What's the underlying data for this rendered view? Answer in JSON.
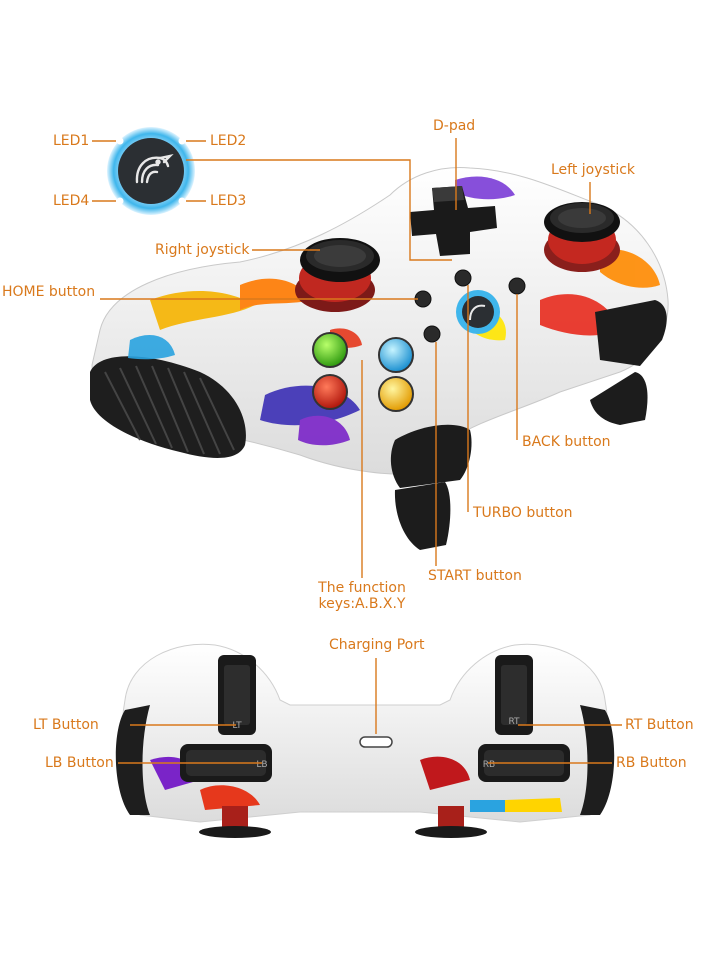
{
  "colors": {
    "label": "#d9791c",
    "ring": "#3fb6ec",
    "shell": "#f1f1f1"
  },
  "icons": {
    "brand": "eagle-logo-icon"
  },
  "labels": {
    "led1": "LED1",
    "led2": "LED2",
    "led3": "LED3",
    "led4": "LED4",
    "dpad": "D-pad",
    "left_joystick": "Left joystick",
    "right_joystick": "Right joystick",
    "home_button": "HOME button",
    "back_button": "BACK button",
    "turbo_button": "TURBO button",
    "start_button": "START button",
    "function_keys_line1": "The function",
    "function_keys_line2": "keys:A.B.X.Y",
    "charging_port": "Charging Port",
    "lt_button": "LT Button",
    "rt_button": "RT Button",
    "lb_button": "LB Button",
    "rb_button": "RB Button"
  },
  "engraved": {
    "lb": "LB",
    "rb": "RB",
    "lt": "LT",
    "rt": "RT"
  }
}
